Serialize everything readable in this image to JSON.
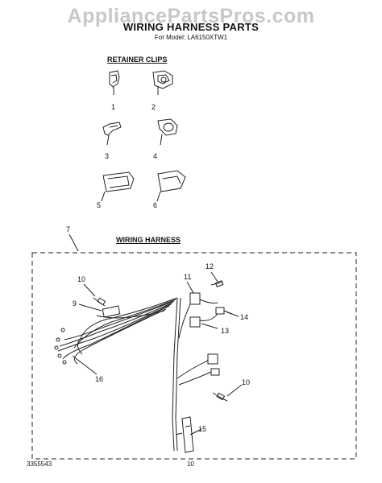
{
  "watermark": "AppliancePartsPros.com",
  "header": {
    "title": "WIRING HARNESS PARTS",
    "model": "For Model: LA6150XTW1"
  },
  "sections": {
    "retainer_clips": "RETAINER CLIPS",
    "wiring_harness": "WIRING HARNESS"
  },
  "callouts": {
    "c1": "1",
    "c2": "2",
    "c3": "3",
    "c4": "4",
    "c5": "5",
    "c6": "6",
    "c7": "7",
    "c9": "9",
    "c10a": "10",
    "c10b": "10",
    "c11": "11",
    "c12": "12",
    "c13": "13",
    "c14": "14",
    "c15": "15",
    "c16": "16"
  },
  "footer": {
    "doc_number": "3355543",
    "page_number": "10"
  }
}
